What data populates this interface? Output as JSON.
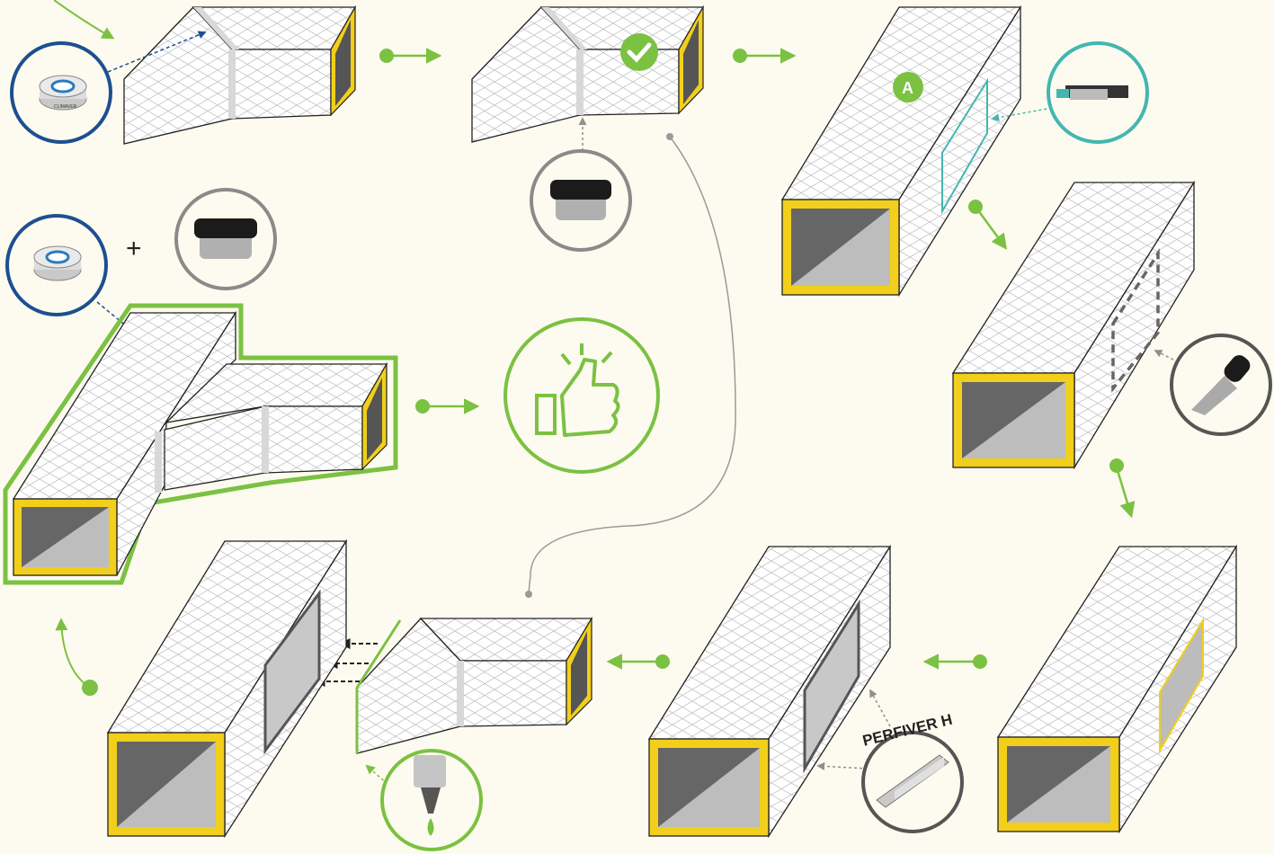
{
  "diagram": {
    "labels": {
      "step_marker": "A",
      "plus_sign": "+",
      "profile_name": "PERFIVER H",
      "tape_brand": "CLIMAVER"
    },
    "icons": {
      "tape": "adhesive-tape-icon",
      "tool": "closing-tool-icon",
      "cutter": "cutter-knife-icon",
      "thumbs_up": "thumbs-up-icon",
      "check": "check-icon",
      "glue": "glue-bottle-icon",
      "profile": "perfiver-h-profile-icon"
    },
    "colors": {
      "background": "#fdfbef",
      "flow_arrow": "#7bc142",
      "tape_ring": "#1d4f91",
      "tool_ring": "#8a8a8a",
      "cut_ring": "#44b6b0",
      "duct_edge": "#f2cf1a",
      "duct_outline": "#222222"
    }
  }
}
